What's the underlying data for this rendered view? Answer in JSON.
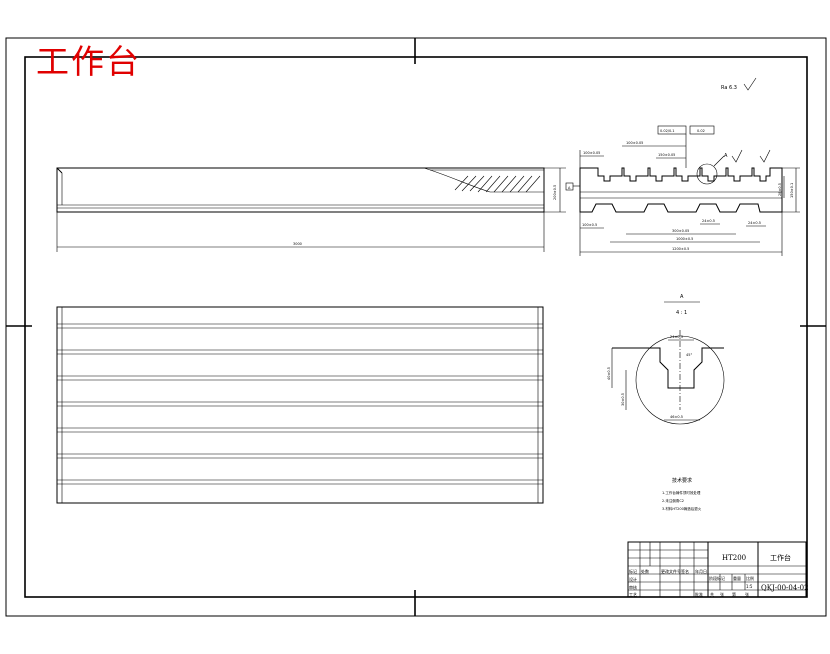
{
  "stamp_title": "工作台",
  "roughness_general": "Ra 6.3",
  "dims": {
    "front_height": "200±0.5",
    "front_length": "3000",
    "section_top_left": "100±0.05",
    "section_top_mid": "150±0.05",
    "section_right_height": "150±0.1",
    "section_bot_left": "100±0.5",
    "section_bot_mid": "300±0.05",
    "section_bot_wide": "1000±0.5",
    "section_total": "1200±0.5",
    "section_slot_small": "24±0.5",
    "section_slot_right": "28±0.5",
    "tol_flat": "0.02/0.1",
    "tol_para": "0.02",
    "tol_ref": "A",
    "detail_top": "24±0.3",
    "detail_left": "40±0.5",
    "detail_left2": "30±0.5",
    "detail_bottom": "46±0.5",
    "detail_angle": "45°"
  },
  "detail_label": {
    "letter": "A",
    "scale": "4 : 1"
  },
  "tech_req": {
    "title": "技术要求",
    "items": [
      "1.工作台铸件须时效处理",
      "2.未注倒角C2",
      "3.材料HT200铸造后退火"
    ]
  },
  "title_block": {
    "material": "HT200",
    "part_name": "工作台",
    "drawing_no": "QKJ-00-04-02",
    "row_labels": [
      "标记",
      "设计",
      "审核",
      "工艺"
    ],
    "col_labels": [
      "处数",
      "分区",
      "更改文件号",
      "签名",
      "年月日"
    ],
    "stage_labels": [
      "阶段标记",
      "重量",
      "比例"
    ],
    "scale": "1:5",
    "sheet": [
      "共",
      "张",
      "第",
      "张"
    ],
    "approve": "批准"
  }
}
